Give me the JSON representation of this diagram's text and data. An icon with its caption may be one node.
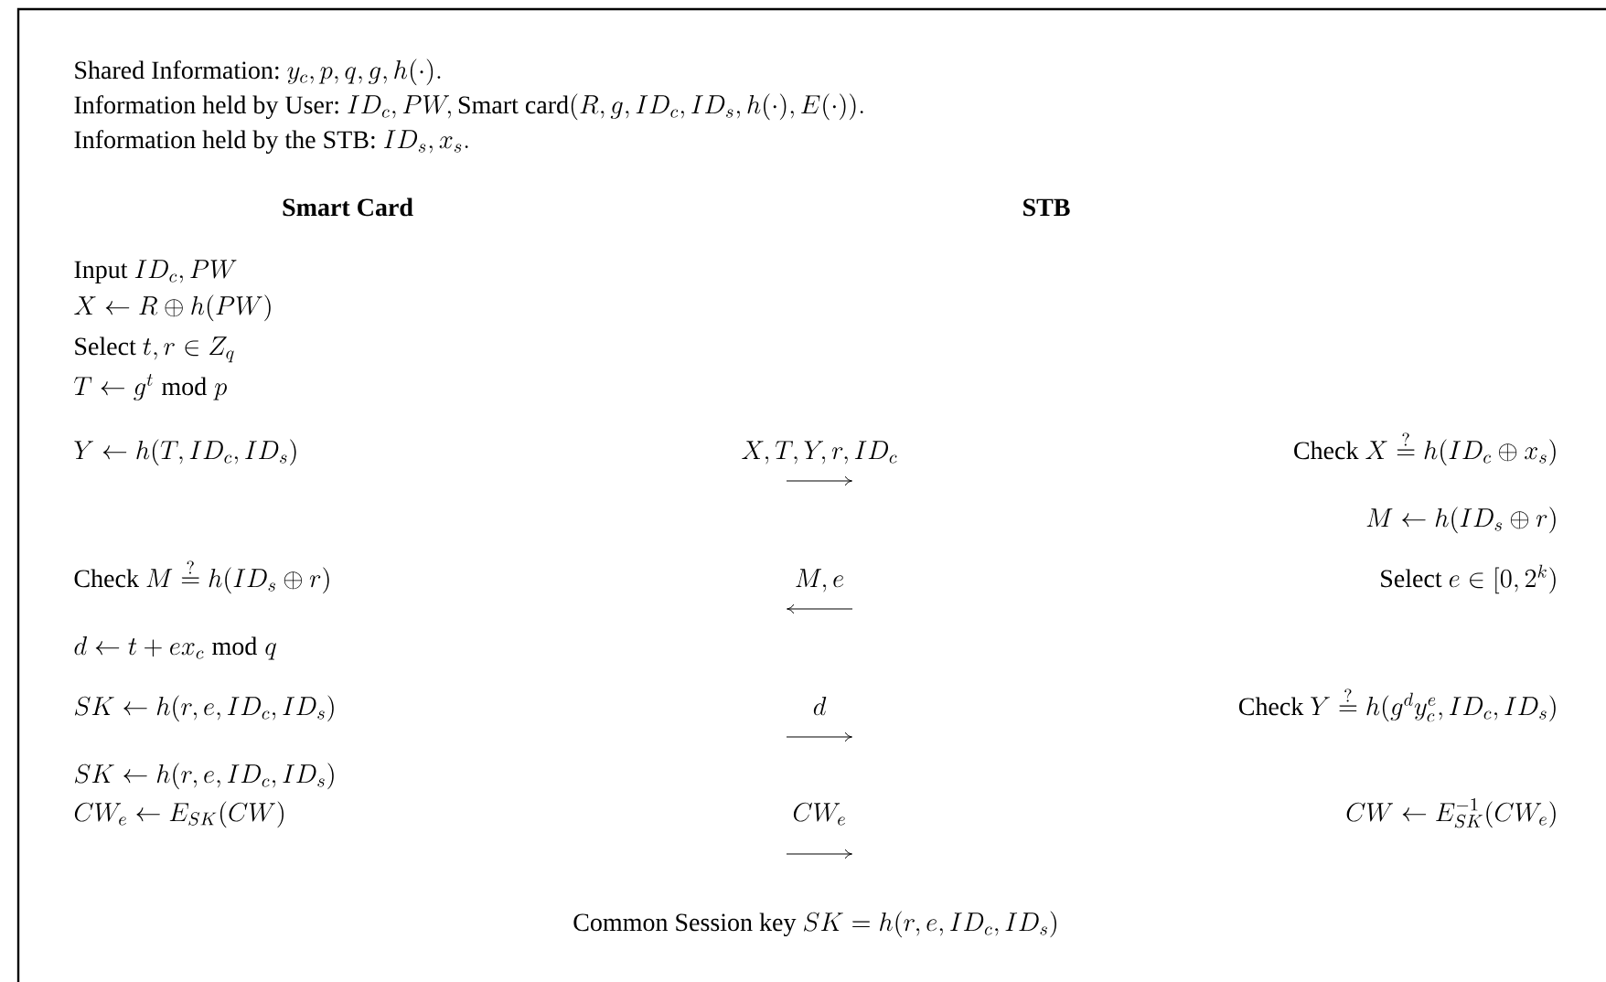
{
  "diagram": {
    "labels": [
      "Shared Information:",
      "y_c, p, q, g, h(\\cdot).",
      "Information held by User:",
      "ID_c, PW, \\mbox{Smart card}(R, g, ID_c, ID_s, h(\\cdot), E(\\cdot)).",
      "Information held by the STB:",
      "ID_s, x_s.",
      "Smart Card",
      "STB",
      "Input",
      "ID_c,PW",
      "X \\leftarrow R \\oplus h(PW)",
      "Select",
      "t, r \\in Z_q",
      "T \\leftarrow g^t \\bmod p",
      "Y \\leftarrow h(T, ID_c, ID_s)",
      "X, T, Y, r, ID_c",
      "Check",
      "X \\stackrel{?}{=} h(ID_c \\oplus x_s)",
      "M \\leftarrow h(ID_s \\oplus r)",
      "Check",
      "M \\stackrel{?}{=} h(ID_s \\oplus r)",
      "M, e",
      "Select",
      "e \\in [0, 2^k)",
      "d \\leftarrow t + ex_c \\bmod q",
      "SK \\leftarrow h(r, e, ID_c, ID_s)",
      "d",
      "Check",
      "Y \\stackrel{?}{=} h(g^d y_c^e, ID_c, ID_s)",
      "SK \\leftarrow h(r, e, ID_c, ID_s)",
      "CW_e \\leftarrow E_{SK}(CW)",
      "CW_e",
      "CW \\leftarrow E_{SK}^{-1}(CW_e)",
      "Common Session key",
      "SK = h(r, e, ID_c, ID_s)"
    ]
  }
}
